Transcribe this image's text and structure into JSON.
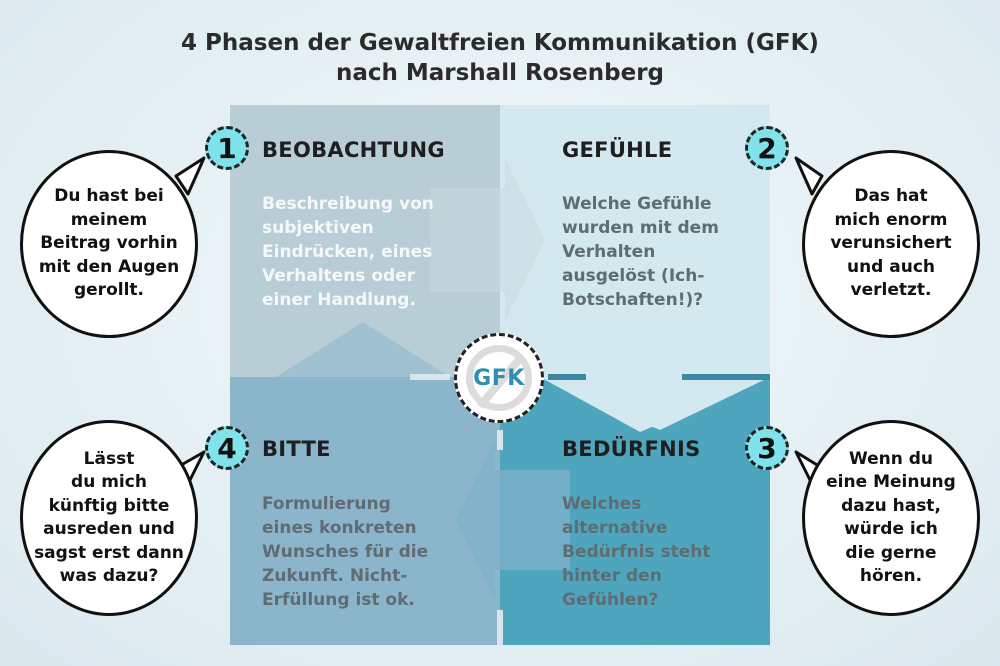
{
  "title": {
    "line1": "4 Phasen der Gewaltfreien Kommunikation (GFK)",
    "line2": "nach Marshall Rosenberg"
  },
  "center_logo": {
    "text": "GFK"
  },
  "colors": {
    "badge": "#80e3ec",
    "q1": "#b9cdd6",
    "q2": "#d4e8ef",
    "q3": "#4ea5be",
    "q4": "#8ab5cb",
    "logo_text": "#2e8fb3"
  },
  "phases": [
    {
      "number": "1",
      "heading": "BEOBACHTUNG",
      "desc": [
        "Beschreibung von",
        "subjektiven",
        "Eindrücken, eines",
        "Verhaltens oder",
        "einer Handlung."
      ],
      "bubble": [
        "Du hast bei",
        "meinem",
        "Beitrag vorhin",
        "mit den Augen",
        "gerollt."
      ]
    },
    {
      "number": "2",
      "heading": "GEFÜHLE",
      "desc": [
        "Welche Gefühle",
        "wurden mit dem",
        "Verhalten",
        "ausgelöst (Ich-",
        "Botschaften!)?"
      ],
      "bubble": [
        "Das hat",
        "mich enorm",
        "verunsichert",
        "und auch",
        "verletzt."
      ]
    },
    {
      "number": "3",
      "heading": "BEDÜRFNIS",
      "desc": [
        "Welches",
        "alternative",
        "Bedürfnis steht",
        "hinter den",
        "Gefühlen?"
      ],
      "bubble": [
        "Wenn du",
        "eine Meinung",
        "dazu hast,",
        "würde ich",
        "die gerne",
        "hören."
      ]
    },
    {
      "number": "4",
      "heading": "BITTE",
      "desc": [
        "Formulierung",
        "eines konkreten",
        "Wunsches für die",
        "Zukunft. Nicht-",
        "Erfüllung ist ok."
      ],
      "bubble": [
        "Lässt",
        "du mich",
        "künftig bitte",
        "ausreden und",
        "sagst erst dann",
        "was dazu?"
      ]
    }
  ]
}
